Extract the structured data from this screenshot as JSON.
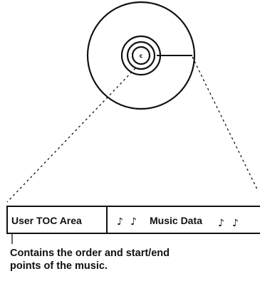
{
  "disc": {
    "hub_letter": "c"
  },
  "strip": {
    "toc_label": "User TOC Area",
    "music_label": "Music Data",
    "note_left_icon": "music-note-icon",
    "note_right_icon": "music-note-icon"
  },
  "caption": {
    "line1": "Contains the order and start/end",
    "line2": "points of the music."
  }
}
